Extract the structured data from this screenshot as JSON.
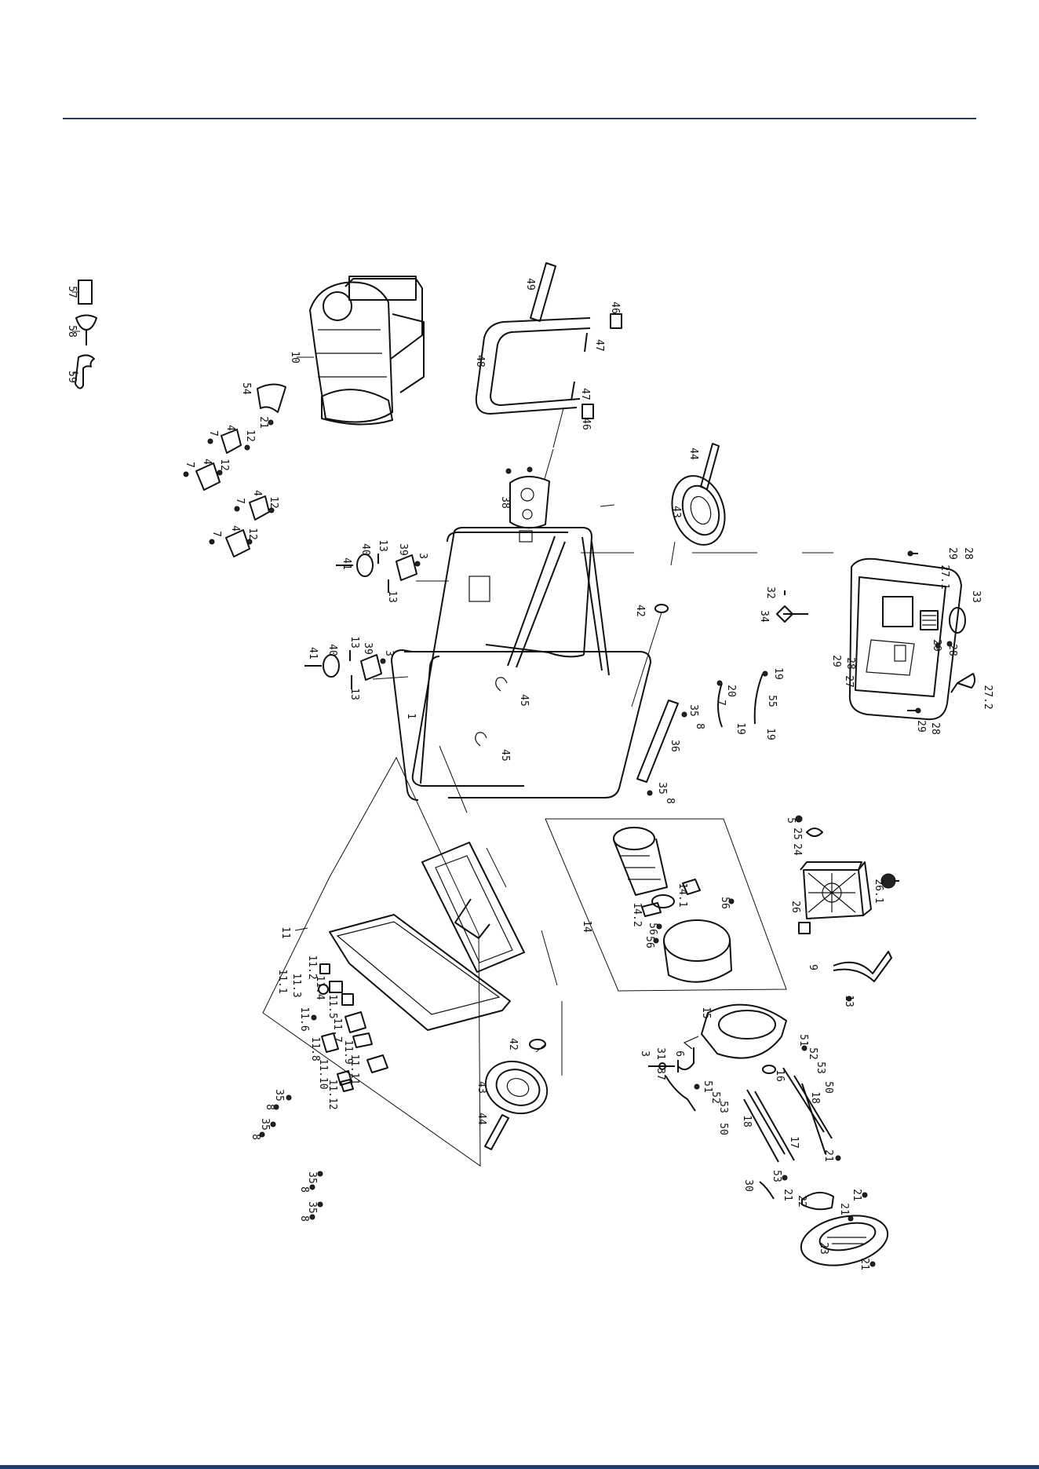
{
  "colors": {
    "rule": "#1f3b6e",
    "ink": "#111111"
  },
  "callouts": {
    "l57": "57",
    "l58": "58",
    "l59": "59",
    "l10": "10",
    "l54": "54",
    "l21a": "21",
    "l49": "49",
    "l46a": "46",
    "l47a": "47",
    "l48": "48",
    "l47b": "47",
    "l46b": "46",
    "l44a": "44",
    "l43a": "43",
    "l38": "38",
    "l4a": "4",
    "l7a": "7",
    "l12a": "12",
    "l4b": "4",
    "l7b": "7",
    "l12b": "12",
    "l4c": "4",
    "l7c": "7",
    "l12c": "12",
    "l4d": "4",
    "l7d": "7",
    "l12d": "12",
    "l41a": "41",
    "l40a": "40",
    "l13a": "13",
    "l39a": "39",
    "l3a": "3",
    "l13b": "13",
    "l41b": "41",
    "l40b": "40",
    "l13c": "13",
    "l39b": "39",
    "l3b": "3",
    "l13d": "13",
    "l1": "1",
    "l45a": "45",
    "l45b": "45",
    "l42a": "42",
    "l29a": "29",
    "l28a": "28",
    "l32": "32",
    "l34": "34",
    "l27_1": "27.1",
    "l33": "33",
    "l29b": "29",
    "l28b": "28",
    "l29c": "29",
    "l28c": "28",
    "l27": "27",
    "l27_2": "27.2",
    "l29d": "29",
    "l28d": "28",
    "l35a": "35",
    "l8a": "8",
    "l36": "36",
    "l35b": "35",
    "l8b": "8",
    "l20": "20",
    "l7e": "7",
    "l19a": "19",
    "l55": "55",
    "l19b": "19",
    "l19c": "19",
    "l5": "5",
    "l25": "25",
    "l24": "24",
    "l26_1": "26.1",
    "l26": "26",
    "l14_1": "14.1",
    "l56a": "56",
    "l14_2": "14.2",
    "l14": "14",
    "l56b": "56",
    "l56c": "56",
    "l9": "9",
    "l13e": "13",
    "l15": "15",
    "l3c": "3",
    "l31": "31",
    "l6": "6",
    "l37": "37",
    "l51a": "51",
    "l52a": "52",
    "l53a": "53",
    "l51b": "51",
    "l52b": "52",
    "l53b": "53",
    "l16": "16",
    "l18a": "18",
    "l50a": "50",
    "l18b": "18",
    "l50b": "50",
    "l17": "17",
    "l21b": "21",
    "l30": "30",
    "l53c": "53",
    "l21c": "21",
    "l22": "22",
    "l21d": "21",
    "l21e": "21",
    "l23": "23",
    "l21f": "21",
    "l11": "11",
    "l11_1": "11.1",
    "l11_2": "11.2",
    "l11_3": "11.3",
    "l11_4": "11.4",
    "l11_5": "11.5",
    "l11_6": "11.6",
    "l11_7": "11.7",
    "l11_8": "11.8",
    "l11_9": "11.9",
    "l11_10": "11.10",
    "l11_11": "11.11",
    "l11_12": "11.12",
    "l35c": "35",
    "l8c": "8",
    "l35d": "35",
    "l8d": "8",
    "l35e": "35",
    "l8e": "8",
    "l35f": "35",
    "l8f": "8",
    "l42b": "42",
    "l43b": "43",
    "l44b": "44"
  }
}
